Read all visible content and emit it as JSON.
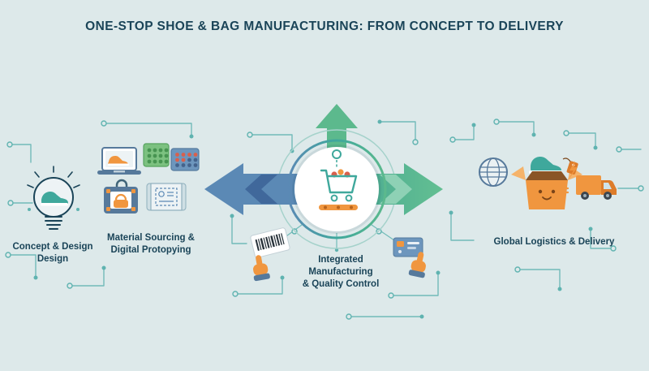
{
  "title": "ONE-STOP SHOE & BAG MANUFACTURING: FROM CONCEPT TO DELIVERY",
  "stages": [
    {
      "id": "concept",
      "label": "Concept & Design\nDesign",
      "icons": [
        "lightbulb-shoe-icon"
      ]
    },
    {
      "id": "sourcing",
      "label": "Material Sourcing &\nDigital Protopying",
      "icons": [
        "laptop-shoe-icon",
        "material-swatch-green-icon",
        "material-swatch-red-blue-icon",
        "briefcase-bag-icon",
        "blueprint-icon"
      ]
    },
    {
      "id": "manufacturing",
      "label": "Integrated\nManufacturing\n& Quality Control",
      "icons": [
        "shopping-cart-icon",
        "conveyor-icon",
        "barcode-scan-icon",
        "pointing-hand-icon",
        "payment-card-icon",
        "verify-hand-icon",
        "arrow-up-icon",
        "arrow-left-icon",
        "arrow-right-icon"
      ]
    },
    {
      "id": "logistics",
      "label": "Global Logistics & Delivery",
      "icons": [
        "globe-icon",
        "shipping-box-shoe-icon",
        "price-tag-icon",
        "delivery-truck-icon"
      ]
    }
  ],
  "colors": {
    "bg": "#dde9ea",
    "ink": "#1a4458",
    "blue": "#5b89b5",
    "blue_dark": "#40689b",
    "green": "#5cb98d",
    "teal": "#3fa89c",
    "teal_light": "#a5d2cb",
    "mint": "#8ed1b5",
    "circuit": "#5fb3b0",
    "orange": "#f0963f",
    "orange_dark": "#dd7c2a",
    "orange_light": "#f5b36a",
    "slate": "#56799b",
    "slate_dark": "#3f6478",
    "paper": "#edf3f5",
    "red": "#d9604c",
    "bar": "#27323a"
  }
}
